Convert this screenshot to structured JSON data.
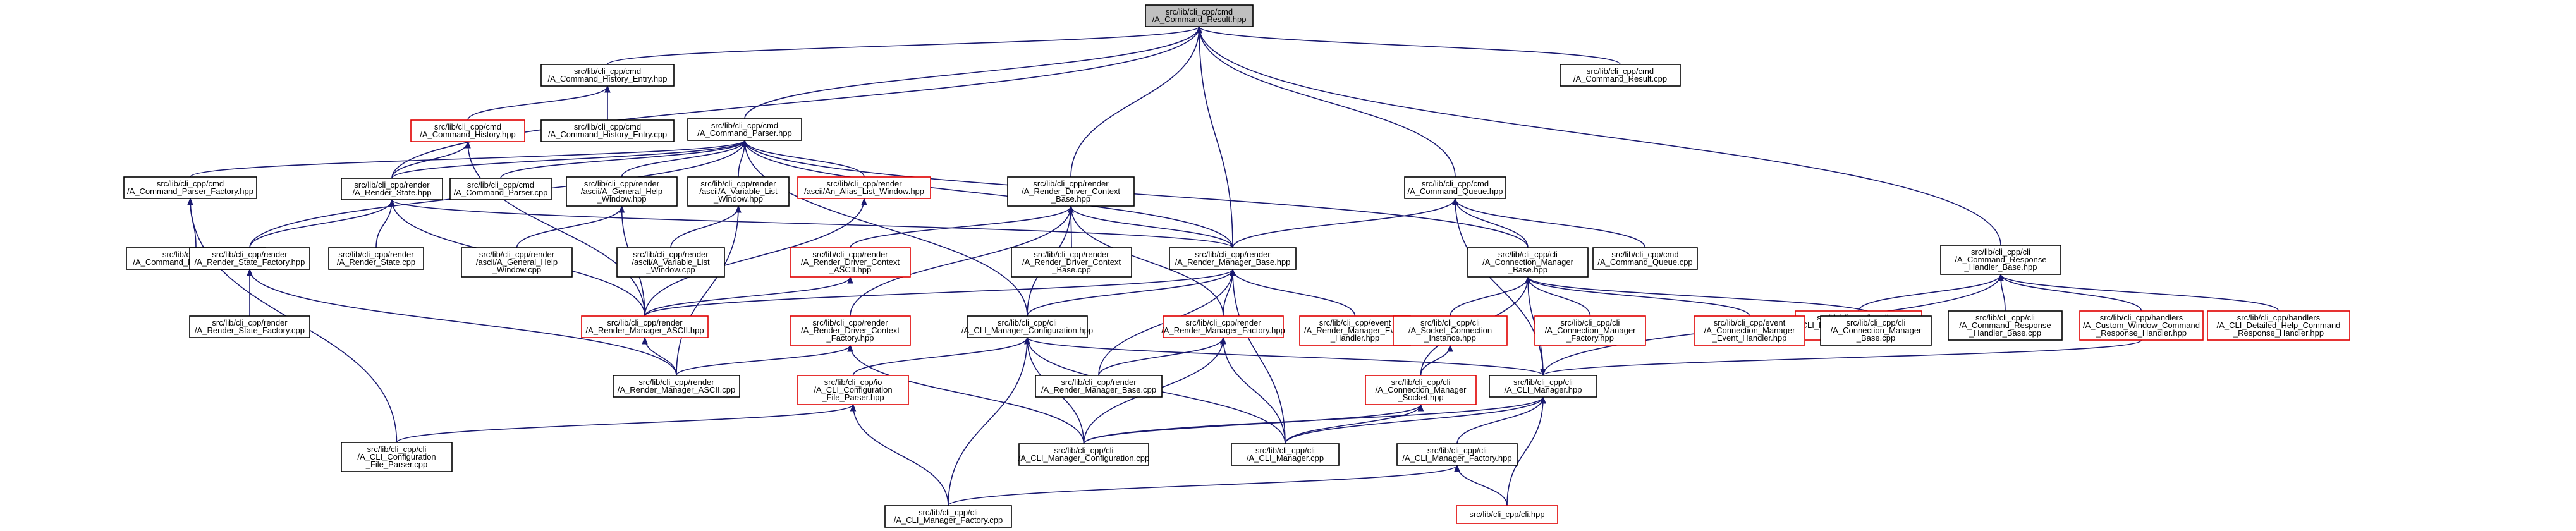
{
  "graph": {
    "root": "cmdresult",
    "nodes": [
      {
        "id": "cmdresult",
        "kind": "root",
        "lines": [
          "src/lib/cli_cpp/cmd",
          "/A_Command_Result.hpp"
        ]
      },
      {
        "id": "histentry",
        "kind": "normal",
        "lines": [
          "src/lib/cli_cpp/cmd",
          "/A_Command_History_Entry.hpp"
        ]
      },
      {
        "id": "cmdresultcpp",
        "kind": "normal",
        "lines": [
          "src/lib/cli_cpp/cmd",
          "/A_Command_Result.cpp"
        ]
      },
      {
        "id": "history",
        "kind": "missing",
        "lines": [
          "src/lib/cli_cpp/cmd",
          "/A_Command_History.hpp"
        ]
      },
      {
        "id": "histentrycpp",
        "kind": "normal",
        "lines": [
          "src/lib/cli_cpp/cmd",
          "/A_Command_History_Entry.cpp"
        ]
      },
      {
        "id": "parser",
        "kind": "normal",
        "lines": [
          "src/lib/cli_cpp/cmd",
          "/A_Command_Parser.hpp"
        ]
      },
      {
        "id": "parserfactory",
        "kind": "normal",
        "lines": [
          "src/lib/cli_cpp/cmd",
          "/A_Command_Parser_Factory.hpp"
        ]
      },
      {
        "id": "renderstate",
        "kind": "normal",
        "lines": [
          "src/lib/cli_cpp/render",
          "/A_Render_State.hpp"
        ]
      },
      {
        "id": "parsercpp",
        "kind": "normal",
        "lines": [
          "src/lib/cli_cpp/cmd",
          "/A_Command_Parser.cpp"
        ]
      },
      {
        "id": "generalhelp",
        "kind": "normal",
        "lines": [
          "src/lib/cli_cpp/render",
          "/ascii/A_General_Help",
          "_Window.hpp"
        ]
      },
      {
        "id": "varlist",
        "kind": "normal",
        "lines": [
          "src/lib/cli_cpp/render",
          "/ascii/A_Variable_List",
          "_Window.hpp"
        ]
      },
      {
        "id": "aliaslist",
        "kind": "missing",
        "lines": [
          "src/lib/cli_cpp/render",
          "/ascii/An_Alias_List_Window.hpp"
        ]
      },
      {
        "id": "driverctx",
        "kind": "normal",
        "lines": [
          "src/lib/cli_cpp/render",
          "/A_Render_Driver_Context",
          "_Base.hpp"
        ]
      },
      {
        "id": "cmdqueue",
        "kind": "normal",
        "lines": [
          "src/lib/cli_cpp/cmd",
          "/A_Command_Queue.hpp"
        ]
      },
      {
        "id": "respbase",
        "kind": "normal",
        "lines": [
          "src/lib/cli_cpp/cli",
          "/A_Command_Response",
          "_Handler_Base.hpp"
        ]
      },
      {
        "id": "parserfactorycpp",
        "kind": "normal",
        "lines": [
          "src/lib/cli_cpp/cmd",
          "/A_Command_Parser_Factory.cpp"
        ]
      },
      {
        "id": "statefactory",
        "kind": "normal",
        "lines": [
          "src/lib/cli_cpp/render",
          "/A_Render_State_Factory.hpp"
        ]
      },
      {
        "id": "statecpp",
        "kind": "normal",
        "lines": [
          "src/lib/cli_cpp/render",
          "/A_Render_State.cpp"
        ]
      },
      {
        "id": "generalhelpcpp",
        "kind": "normal",
        "lines": [
          "src/lib/cli_cpp/render",
          "/ascii/A_General_Help",
          "_Window.cpp"
        ]
      },
      {
        "id": "varlistcpp",
        "kind": "normal",
        "lines": [
          "src/lib/cli_cpp/render",
          "/ascii/A_Variable_List",
          "_Window.cpp"
        ]
      },
      {
        "id": "driverascii",
        "kind": "missing",
        "lines": [
          "src/lib/cli_cpp/render",
          "/A_Render_Driver_Context",
          "_ASCII.hpp"
        ]
      },
      {
        "id": "driverctxcpp",
        "kind": "normal",
        "lines": [
          "src/lib/cli_cpp/render",
          "/A_Render_Driver_Context",
          "_Base.cpp"
        ]
      },
      {
        "id": "rendermgrbase",
        "kind": "normal",
        "lines": [
          "src/lib/cli_cpp/render",
          "/A_Render_Manager_Base.hpp"
        ]
      },
      {
        "id": "connmgrbase",
        "kind": "normal",
        "lines": [
          "src/lib/cli_cpp/cli",
          "/A_Connection_Manager",
          "_Base.hpp"
        ]
      },
      {
        "id": "cmdqueuecpp",
        "kind": "normal",
        "lines": [
          "src/lib/cli_cpp/cmd",
          "/A_Command_Queue.cpp"
        ]
      },
      {
        "id": "resizehandler",
        "kind": "missing",
        "lines": [
          "src/lib/cli_cpp/handlers",
          "/A_CLI_Resize_Command_Response",
          "_Handler.hpp"
        ]
      },
      {
        "id": "respbasecpp",
        "kind": "normal",
        "lines": [
          "src/lib/cli_cpp/cli",
          "/A_Command_Response",
          "_Handler_Base.cpp"
        ]
      },
      {
        "id": "customhandler",
        "kind": "missing",
        "lines": [
          "src/lib/cli_cpp/handlers",
          "/A_Custom_Window_Command",
          "_Response_Handler.hpp"
        ]
      },
      {
        "id": "detailedhandler",
        "kind": "missing",
        "lines": [
          "src/lib/cli_cpp/handlers",
          "/A_CLI_Detailed_Help_Command",
          "_Response_Handler.hpp"
        ]
      },
      {
        "id": "statefactorycpp",
        "kind": "normal",
        "lines": [
          "src/lib/cli_cpp/render",
          "/A_Render_State_Factory.cpp"
        ]
      },
      {
        "id": "mgrascii",
        "kind": "missing",
        "lines": [
          "src/lib/cli_cpp/render",
          "/A_Render_Manager_ASCII.hpp"
        ]
      },
      {
        "id": "driverfactory",
        "kind": "missing",
        "lines": [
          "src/lib/cli_cpp/render",
          "/A_Render_Driver_Context",
          "_Factory.hpp"
        ]
      },
      {
        "id": "mgrconfig",
        "kind": "normal",
        "lines": [
          "src/lib/cli_cpp/cli",
          "/A_CLI_Manager_Configuration.hpp"
        ]
      },
      {
        "id": "mgrfactory",
        "kind": "missing",
        "lines": [
          "src/lib/cli_cpp/render",
          "/A_Render_Manager_Factory.hpp"
        ]
      },
      {
        "id": "mgrevent",
        "kind": "missing",
        "lines": [
          "src/lib/cli_cpp/event",
          "/A_Render_Manager_Event",
          "_Handler.hpp"
        ]
      },
      {
        "id": "socketinst",
        "kind": "missing",
        "lines": [
          "src/lib/cli_cpp/cli",
          "/A_Socket_Connection",
          "_Instance.hpp"
        ]
      },
      {
        "id": "connfactory",
        "kind": "missing",
        "lines": [
          "src/lib/cli_cpp/cli",
          "/A_Connection_Manager",
          "_Factory.hpp"
        ]
      },
      {
        "id": "connevent",
        "kind": "missing",
        "lines": [
          "src/lib/cli_cpp/event",
          "/A_Connection_Manager",
          "_Event_Handler.hpp"
        ]
      },
      {
        "id": "connbasecpp",
        "kind": "normal",
        "lines": [
          "src/lib/cli_cpp/cli",
          "/A_Connection_Manager",
          "_Base.cpp"
        ]
      },
      {
        "id": "mgrasciicpp",
        "kind": "normal",
        "lines": [
          "src/lib/cli_cpp/render",
          "/A_Render_Manager_ASCII.cpp"
        ]
      },
      {
        "id": "configparser",
        "kind": "missing",
        "lines": [
          "src/lib/cli_cpp/io",
          "/A_CLI_Configuration",
          "_File_Parser.hpp"
        ]
      },
      {
        "id": "rendermgrbasecpp",
        "kind": "normal",
        "lines": [
          "src/lib/cli_cpp/render",
          "/A_Render_Manager_Base.cpp"
        ]
      },
      {
        "id": "connsocket",
        "kind": "missing",
        "lines": [
          "src/lib/cli_cpp/cli",
          "/A_Connection_Manager",
          "_Socket.hpp"
        ]
      },
      {
        "id": "climgr",
        "kind": "normal",
        "lines": [
          "src/lib/cli_cpp/cli",
          "/A_CLI_Manager.hpp"
        ]
      },
      {
        "id": "configparsercpp",
        "kind": "normal",
        "lines": [
          "src/lib/cli_cpp/cli",
          "/A_CLI_Configuration",
          "_File_Parser.cpp"
        ]
      },
      {
        "id": "mgrconfigcpp",
        "kind": "normal",
        "lines": [
          "src/lib/cli_cpp/cli",
          "/A_CLI_Manager_Configuration.cpp"
        ]
      },
      {
        "id": "climgrcpp",
        "kind": "normal",
        "lines": [
          "src/lib/cli_cpp/cli",
          "/A_CLI_Manager.cpp"
        ]
      },
      {
        "id": "climgrfactory",
        "kind": "normal",
        "lines": [
          "src/lib/cli_cpp/cli",
          "/A_CLI_Manager_Factory.hpp"
        ]
      },
      {
        "id": "mgrfactorycpp",
        "kind": "normal",
        "lines": [
          "src/lib/cli_cpp/cli",
          "/A_CLI_Manager_Factory.cpp"
        ]
      },
      {
        "id": "clihpp",
        "kind": "missing",
        "lines": [
          "src/lib/cli_cpp/cli.hpp"
        ]
      }
    ],
    "edges": [
      [
        "histentry",
        "cmdresult"
      ],
      [
        "cmdresultcpp",
        "cmdresult"
      ],
      [
        "parser",
        "cmdresult"
      ],
      [
        "renderstate",
        "cmdresult"
      ],
      [
        "driverctx",
        "cmdresult"
      ],
      [
        "cmdqueue",
        "cmdresult"
      ],
      [
        "respbase",
        "cmdresult"
      ],
      [
        "rendermgrbase",
        "cmdresult"
      ],
      [
        "history",
        "histentry"
      ],
      [
        "histentrycpp",
        "histentry"
      ],
      [
        "renderstate",
        "history"
      ],
      [
        "mgrascii",
        "history"
      ],
      [
        "parserfactory",
        "parser"
      ],
      [
        "renderstate",
        "parser"
      ],
      [
        "parsercpp",
        "parser"
      ],
      [
        "generalhelp",
        "parser"
      ],
      [
        "varlist",
        "parser"
      ],
      [
        "aliaslist",
        "parser"
      ],
      [
        "rendermgrbase",
        "parser"
      ],
      [
        "connmgrbase",
        "parser"
      ],
      [
        "mgrconfig",
        "parser"
      ],
      [
        "statefactory",
        "parser"
      ],
      [
        "parserfactorycpp",
        "parserfactory"
      ],
      [
        "configparsercpp",
        "parserfactory"
      ],
      [
        "statefactory",
        "renderstate"
      ],
      [
        "statecpp",
        "renderstate"
      ],
      [
        "mgrascii",
        "renderstate"
      ],
      [
        "rendermgrbase",
        "renderstate"
      ],
      [
        "generalhelpcpp",
        "generalhelp"
      ],
      [
        "mgrascii",
        "generalhelp"
      ],
      [
        "varlistcpp",
        "varlist"
      ],
      [
        "mgrasciicpp",
        "varlist"
      ],
      [
        "mgrascii",
        "aliaslist"
      ],
      [
        "driverascii",
        "driverctx"
      ],
      [
        "driverctxcpp",
        "driverctx"
      ],
      [
        "rendermgrbase",
        "driverctx"
      ],
      [
        "mgrconfig",
        "driverctx"
      ],
      [
        "driverfactory",
        "driverctx"
      ],
      [
        "mgrfactory",
        "driverctx"
      ],
      [
        "rendermgrbase",
        "cmdqueue"
      ],
      [
        "connmgrbase",
        "cmdqueue"
      ],
      [
        "cmdqueuecpp",
        "cmdqueue"
      ],
      [
        "climgr",
        "cmdqueue"
      ],
      [
        "resizehandler",
        "respbase"
      ],
      [
        "respbasecpp",
        "respbase"
      ],
      [
        "customhandler",
        "respbase"
      ],
      [
        "detailedhandler",
        "respbase"
      ],
      [
        "climgr",
        "respbase"
      ],
      [
        "statefactorycpp",
        "statefactory"
      ],
      [
        "mgrasciicpp",
        "statefactory"
      ],
      [
        "mgrascii",
        "driverascii"
      ],
      [
        "mgrascii",
        "rendermgrbase"
      ],
      [
        "mgrconfig",
        "rendermgrbase"
      ],
      [
        "mgrfactory",
        "rendermgrbase"
      ],
      [
        "mgrevent",
        "rendermgrbase"
      ],
      [
        "rendermgrbasecpp",
        "rendermgrbase"
      ],
      [
        "climgrcpp",
        "rendermgrbase"
      ],
      [
        "socketinst",
        "connmgrbase"
      ],
      [
        "connfactory",
        "connmgrbase"
      ],
      [
        "connevent",
        "connmgrbase"
      ],
      [
        "connbasecpp",
        "connmgrbase"
      ],
      [
        "connsocket",
        "connmgrbase"
      ],
      [
        "climgr",
        "connmgrbase"
      ],
      [
        "mgrasciicpp",
        "mgrascii"
      ],
      [
        "mgrasciicpp",
        "driverfactory"
      ],
      [
        "mgrconfigcpp",
        "driverfactory"
      ],
      [
        "configparser",
        "mgrconfig"
      ],
      [
        "mgrconfigcpp",
        "mgrconfig"
      ],
      [
        "climgr",
        "mgrconfig"
      ],
      [
        "mgrfactorycpp",
        "mgrconfig"
      ],
      [
        "rendermgrbasecpp",
        "mgrfactory"
      ],
      [
        "climgrcpp",
        "mgrfactory"
      ],
      [
        "mgrconfigcpp",
        "mgrfactory"
      ],
      [
        "connsocket",
        "socketinst"
      ],
      [
        "configparsercpp",
        "configparser"
      ],
      [
        "mgrfactorycpp",
        "configparser"
      ],
      [
        "mgrconfigcpp",
        "connsocket"
      ],
      [
        "climgrcpp",
        "connsocket"
      ],
      [
        "climgrcpp",
        "climgr"
      ],
      [
        "climgrfactory",
        "climgr"
      ],
      [
        "clihpp",
        "climgr"
      ],
      [
        "customhandler",
        "climgr"
      ],
      [
        "clihpp",
        "climgrfactory"
      ],
      [
        "mgrfactorycpp",
        "climgrfactory"
      ],
      [
        "climgrcpp",
        "mgrconfig"
      ],
      [
        "mgrconfigcpp",
        "climgr"
      ]
    ]
  }
}
